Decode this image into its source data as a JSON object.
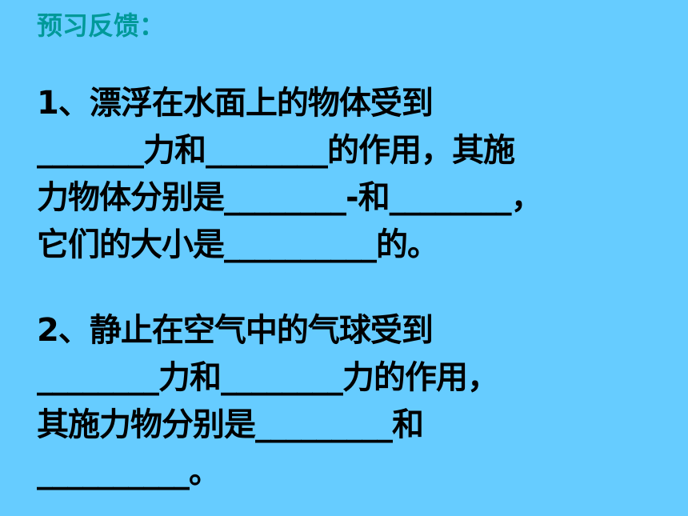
{
  "title": "预习反馈：",
  "questions": [
    {
      "lines": [
        "1、漂浮在水面上的物体受到",
        "_______力和________的作用，其施",
        "力物体分别是________-和________，",
        "它们的大小是__________的。"
      ]
    },
    {
      "lines": [
        "2、静止在空气中的气球受到",
        "________力和________力的作用，",
        "其施力物分别是_________和",
        "__________。"
      ]
    }
  ]
}
